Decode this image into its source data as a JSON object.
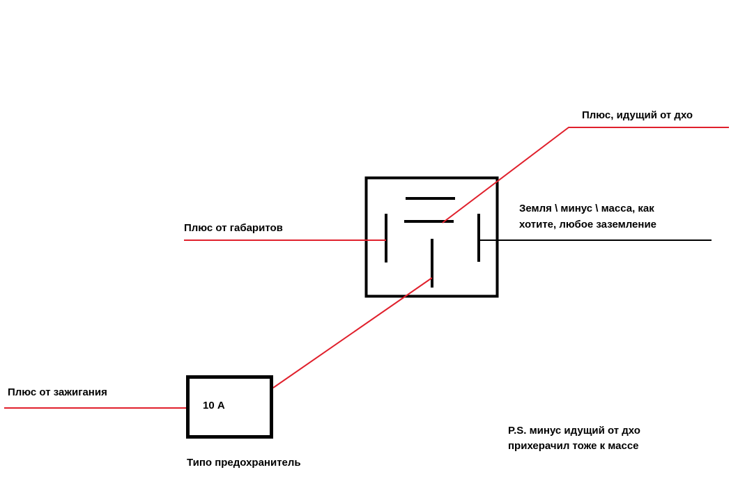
{
  "colors": {
    "wire_positive": "#e0202c",
    "wire_ground": "#000000",
    "outline": "#000000",
    "background": "#ffffff"
  },
  "labels": {
    "drl_plus": "Плюс, идущий от дхо",
    "parking_plus": "Плюс от габаритов",
    "ground_line1": "Земля \\ минус \\ масса, как",
    "ground_line2": "хотите, любое заземление",
    "ignition_plus": "Плюс от зажигания",
    "fuse_rating": "10 А",
    "fuse_caption": "Типо предохранитель",
    "ps_line1": "P.S. минус идущий от дхо",
    "ps_line2": "прихерачил тоже к массе"
  }
}
